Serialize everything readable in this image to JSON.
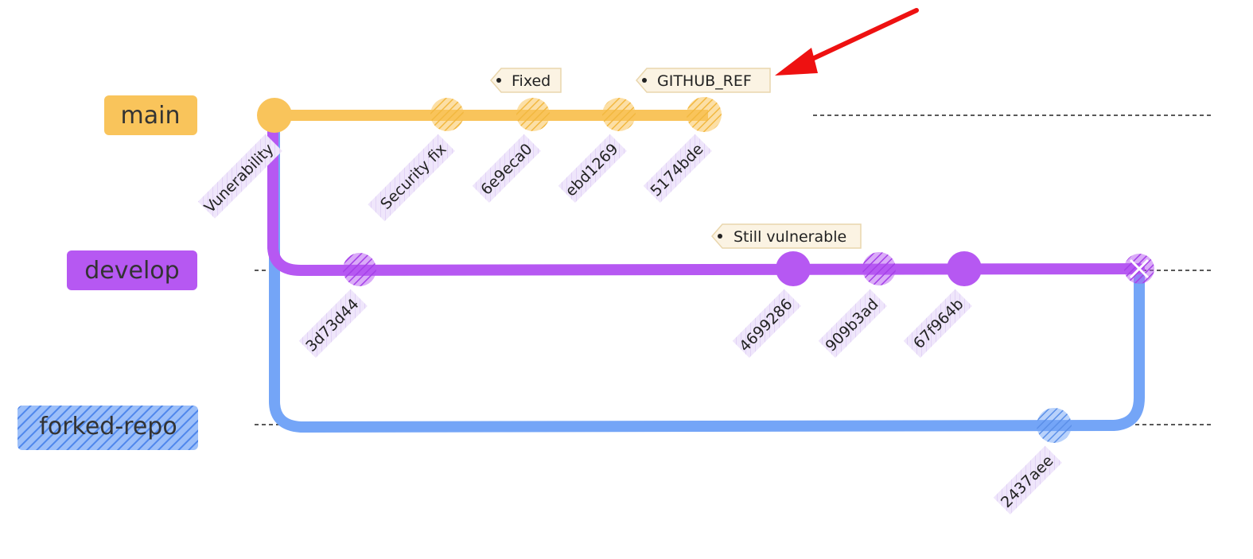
{
  "branches": [
    {
      "name": "main",
      "color": "#f9c45b"
    },
    {
      "name": "develop",
      "color": "#b658f2"
    },
    {
      "name": "forked-repo",
      "color": "#74a5f7"
    }
  ],
  "commits": [
    {
      "id": "Vunerability",
      "branch": "main"
    },
    {
      "id": "Security fix",
      "branch": "main"
    },
    {
      "id": "6e9eca0",
      "branch": "main",
      "tag": "Fixed"
    },
    {
      "id": "ebd1269",
      "branch": "main"
    },
    {
      "id": "5174bde",
      "branch": "main",
      "tag": "GITHUB_REF"
    },
    {
      "id": "3d73d44",
      "branch": "develop"
    },
    {
      "id": "4699286",
      "branch": "develop",
      "tag": "Still vulnerable"
    },
    {
      "id": "909b3ad",
      "branch": "develop"
    },
    {
      "id": "67f964b",
      "branch": "develop"
    },
    {
      "id": "2437aee",
      "branch": "forked-repo"
    }
  ],
  "annotation": {
    "arrow_target": "GITHUB_REF",
    "arrow_color": "#ee1111"
  }
}
